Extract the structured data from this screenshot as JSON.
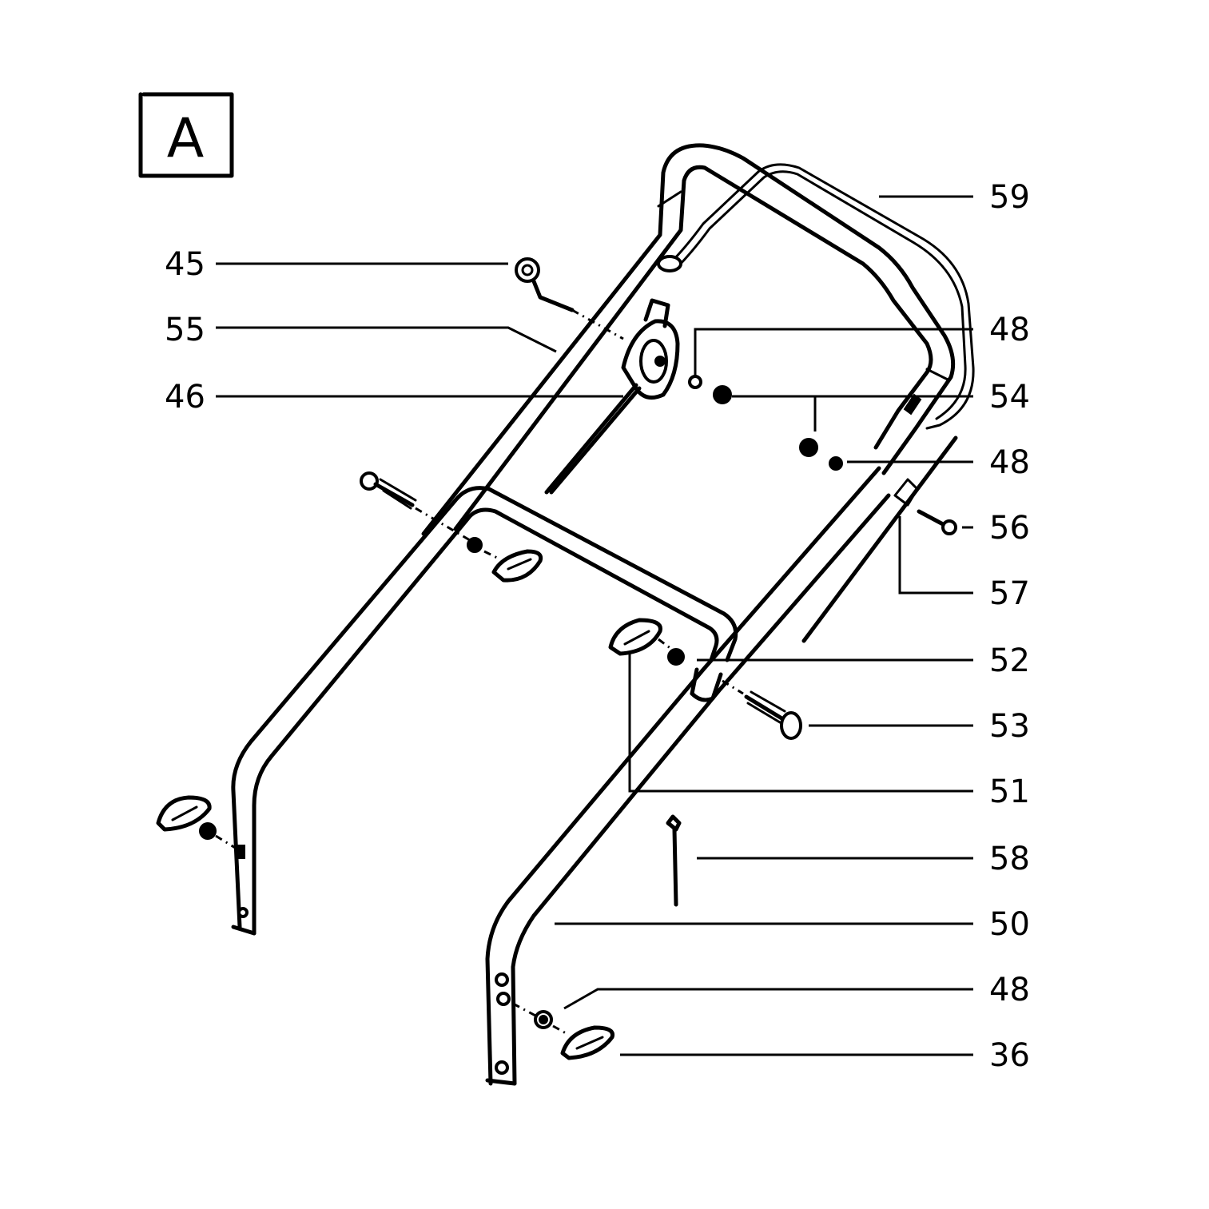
{
  "view_label": "A",
  "part_labels": {
    "p59": "59",
    "p45": "45",
    "p55": "55",
    "p48_top": "48",
    "p46": "46",
    "p54": "54",
    "p48_mid": "48",
    "p56": "56",
    "p57": "57",
    "p52": "52",
    "p53": "53",
    "p51": "51",
    "p58": "58",
    "p50": "50",
    "p48_bottom": "48",
    "p36": "36"
  }
}
